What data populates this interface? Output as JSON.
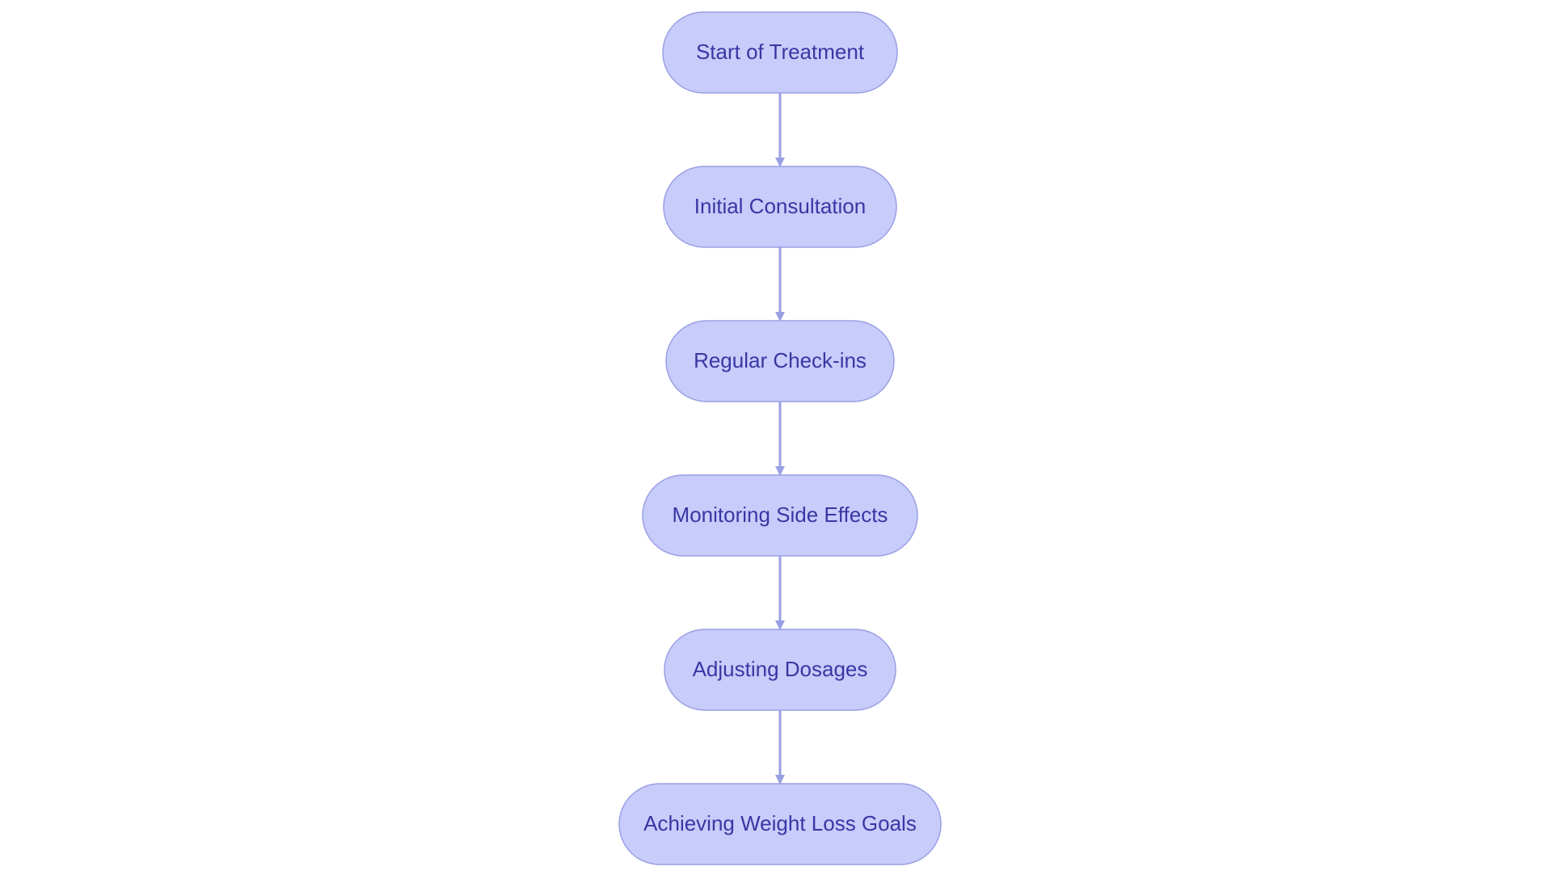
{
  "diagram": {
    "type": "flowchart",
    "direction": "top-down",
    "colors": {
      "background": "#ffffff",
      "node_fill": "#c7ccfb",
      "node_stroke": "#9a9fe3",
      "node_text": "#3a36a3",
      "edge": "#9a9fe3"
    },
    "nodes": [
      {
        "id": "start",
        "label": "Start of Treatment"
      },
      {
        "id": "consult",
        "label": "Initial Consultation"
      },
      {
        "id": "checkins",
        "label": "Regular Check-ins"
      },
      {
        "id": "monitor",
        "label": "Monitoring Side Effects"
      },
      {
        "id": "adjust",
        "label": "Adjusting Dosages"
      },
      {
        "id": "goals",
        "label": "Achieving Weight Loss Goals"
      }
    ],
    "edges": [
      {
        "from": "start",
        "to": "consult"
      },
      {
        "from": "consult",
        "to": "checkins"
      },
      {
        "from": "checkins",
        "to": "monitor"
      },
      {
        "from": "monitor",
        "to": "adjust"
      },
      {
        "from": "adjust",
        "to": "goals"
      }
    ]
  }
}
